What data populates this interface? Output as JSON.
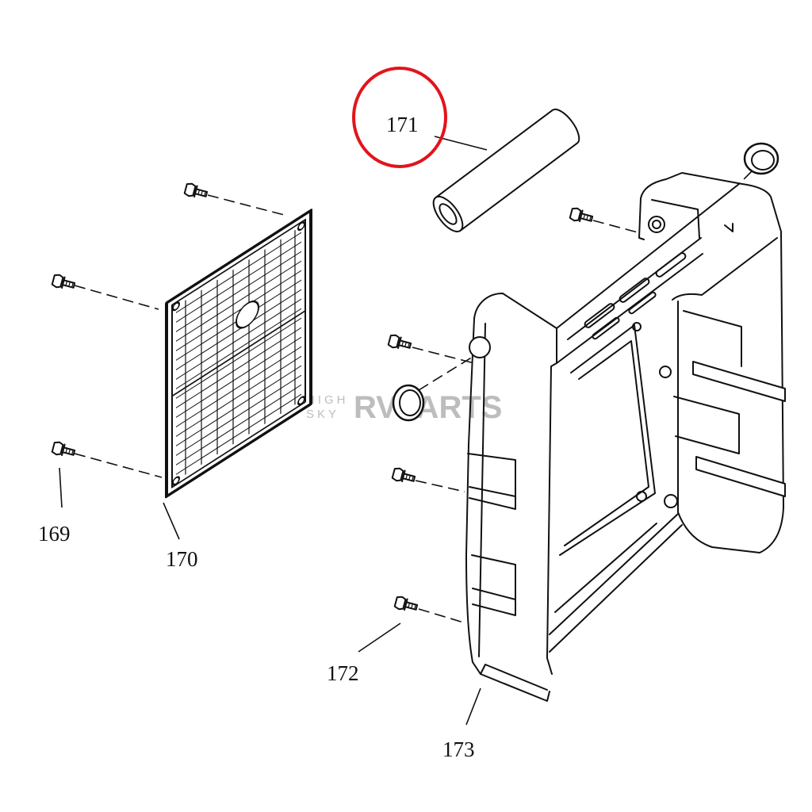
{
  "labels": {
    "p169": "169",
    "p170": "170",
    "p171": "171",
    "p172": "172",
    "p173": "173"
  },
  "watermark": {
    "line1": "HIGH",
    "line2": "SKY",
    "brand": "RVPARTS"
  },
  "colors": {
    "highlight": "#e3141b",
    "line": "#111111",
    "watermark": "#bdbdbd"
  }
}
